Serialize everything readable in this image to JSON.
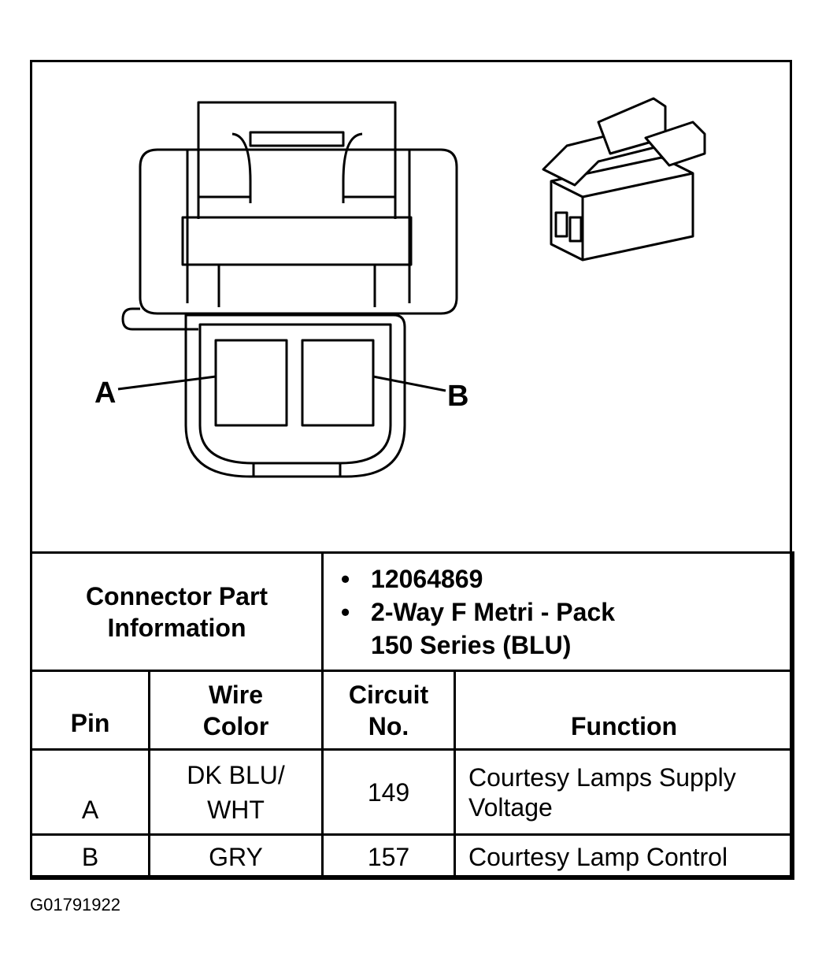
{
  "diagram": {
    "pin_labels": {
      "a": "A",
      "b": "B"
    }
  },
  "connector_info": {
    "label_line1": "Connector Part",
    "label_line2": "Information",
    "bullets": [
      "12064869",
      "2-Way F Metri - Pack"
    ],
    "bullet2_continuation": "150 Series (BLU)"
  },
  "table": {
    "headers": {
      "pin": "Pin",
      "wire_color_line1": "Wire",
      "wire_color_line2": "Color",
      "circuit_line1": "Circuit",
      "circuit_line2": "No.",
      "function": "Function"
    },
    "rows": [
      {
        "pin": "A",
        "wire_line1": "DK BLU/",
        "wire_line2": "WHT",
        "circuit": "149",
        "function_line1": "Courtesy Lamps Supply",
        "function_line2": "Voltage"
      },
      {
        "pin": "B",
        "wire": "GRY",
        "circuit": "157",
        "function": "Courtesy Lamp Control"
      }
    ]
  },
  "figure_code": "G01791922"
}
